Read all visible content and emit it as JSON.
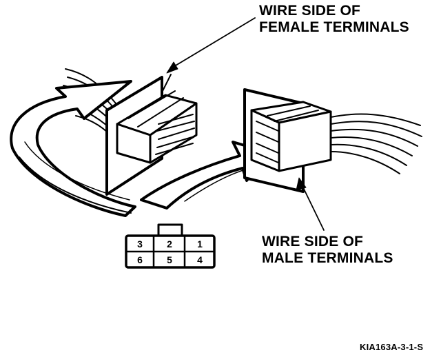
{
  "labels": {
    "female_line1": "WIRE SIDE OF",
    "female_line2": "FEMALE TERMINALS",
    "male_line1": "WIRE SIDE OF",
    "male_line2": "MALE TERMINALS",
    "figure_id": "KIA163A-3-1-S"
  },
  "pinout": {
    "top_row": [
      "3",
      "2",
      "1"
    ],
    "bottom_row": [
      "6",
      "5",
      "4"
    ]
  },
  "colors": {
    "ink": "#000000",
    "paper": "#ffffff"
  }
}
